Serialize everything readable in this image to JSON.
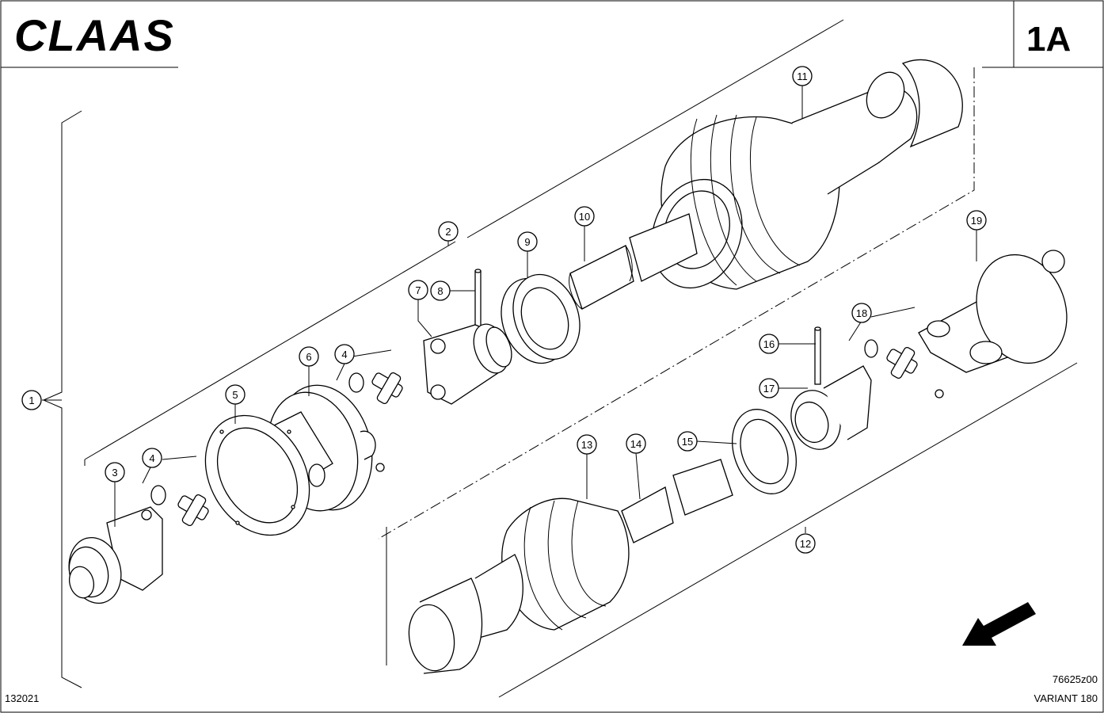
{
  "header": {
    "brand": "CLAAS",
    "page_code": "1A"
  },
  "footer": {
    "left_code": "132021",
    "drawing_number": "76625z00",
    "model": "VARIANT 180"
  },
  "callouts": [
    "1",
    "2",
    "3",
    "4",
    "4",
    "5",
    "6",
    "7",
    "8",
    "9",
    "10",
    "11",
    "12",
    "13",
    "14",
    "15",
    "16",
    "17",
    "18",
    "19"
  ],
  "colors": {
    "line": "#000000",
    "background": "#ffffff"
  }
}
